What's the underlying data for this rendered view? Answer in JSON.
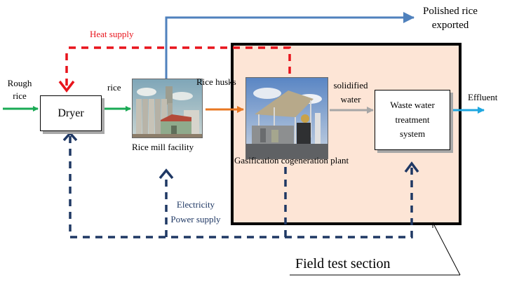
{
  "title": "Rice mill biomass gasification cogeneration flow diagram",
  "colors": {
    "field_test_fill": "#fde5d6",
    "rice_flow": "#1aaa55",
    "husk_flow": "#e87722",
    "water_flow": "#a6a6a6",
    "effluent_flow": "#1fa7e0",
    "polished_rice_flow": "#4f81bd",
    "heat_supply": "#e8141c",
    "electricity_supply": "#1f3864"
  },
  "inputs": {
    "rough_rice": "Rough\nrice"
  },
  "nodes": {
    "dryer": "Dryer",
    "rice_mill": "Rice mill facility",
    "gasification_plant": "Gasification cogeneration plant",
    "waste_water": "Waste water\ntreatment\nsystem"
  },
  "flows": {
    "rice": "rice",
    "rice_husks": "Rice husks",
    "solidified_water": "solidified\nwater",
    "effluent": "Effluent",
    "polished_rice": "Polished rice\nexported",
    "heat_supply": "Heat supply",
    "electricity": "Electricity\nPower supply"
  },
  "section": {
    "label": "Field test section"
  },
  "icons": {
    "rice_mill_photo": "grain-silo-photo",
    "gasification_photo": "industrial-plant-photo"
  }
}
